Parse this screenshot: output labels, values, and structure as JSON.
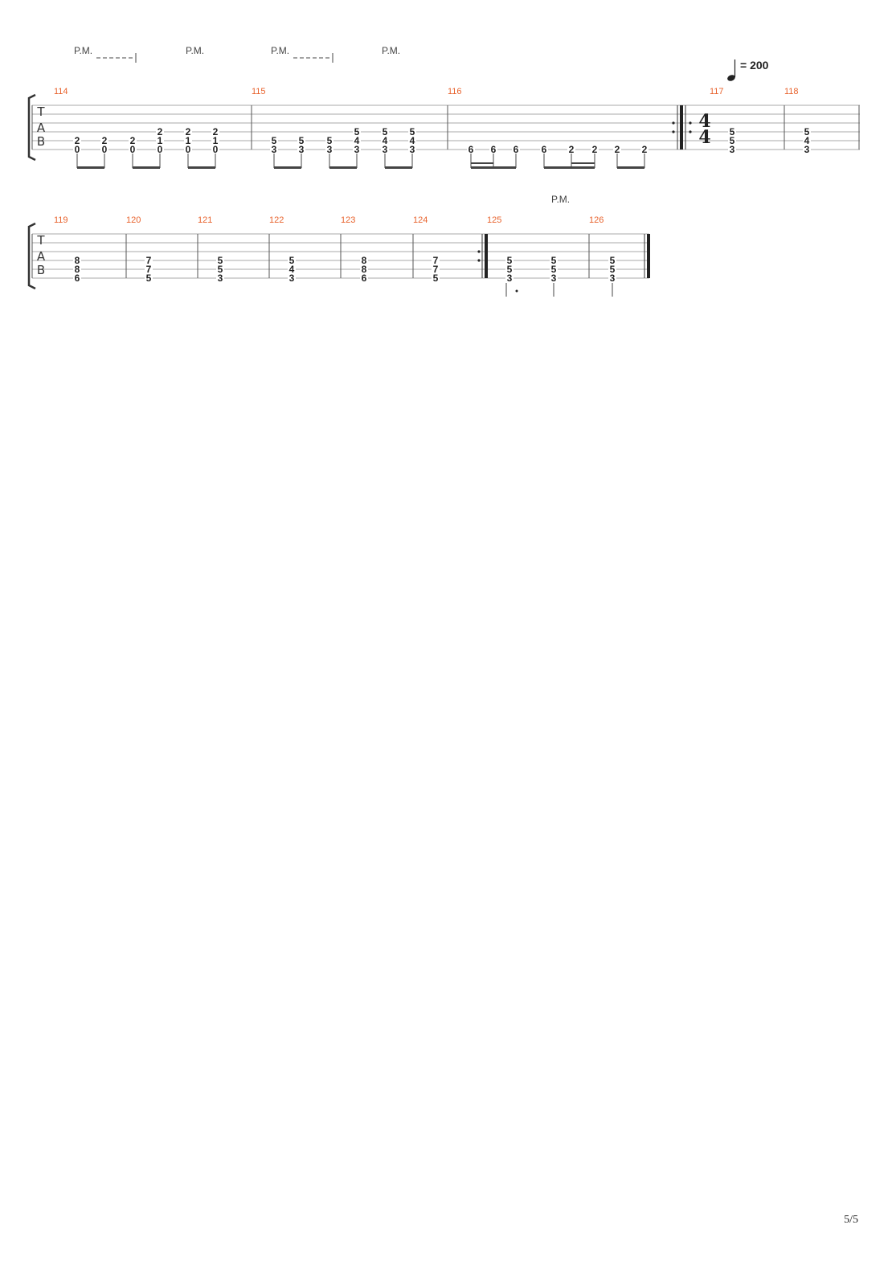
{
  "tempo": {
    "symbol": "♩",
    "value": "= 200"
  },
  "page_number": "5/5",
  "time_signature": {
    "top": "4",
    "bottom": "4"
  },
  "tab_clef": [
    "T",
    "A",
    "B"
  ],
  "palm_mute_label": "P.M.",
  "systems": [
    {
      "palm_mutes": [
        "P.M.",
        "P.M.",
        "P.M.",
        "P.M."
      ],
      "measures": [
        {
          "number": "114",
          "notes": [
            [
              "2",
              "0"
            ],
            [
              "2",
              "0"
            ],
            [
              "2",
              "0"
            ],
            [
              "2",
              "1",
              "0"
            ],
            [
              "2",
              "1",
              "0"
            ],
            [
              "2",
              "1",
              "0"
            ]
          ]
        },
        {
          "number": "115",
          "notes": [
            [
              "5",
              "3"
            ],
            [
              "5",
              "3"
            ],
            [
              "5",
              "3"
            ],
            [
              "5",
              "4",
              "3"
            ],
            [
              "5",
              "4",
              "3"
            ],
            [
              "5",
              "4",
              "3"
            ]
          ]
        },
        {
          "number": "116",
          "notes": [
            [
              "6"
            ],
            [
              "6"
            ],
            [
              "6"
            ],
            [
              "6"
            ],
            [
              "2"
            ],
            [
              "2"
            ],
            [
              "2"
            ],
            [
              "2"
            ]
          ]
        },
        {
          "number": "117",
          "notes": [
            [
              "5",
              "5",
              "3"
            ]
          ]
        },
        {
          "number": "118",
          "notes": [
            [
              "5",
              "4",
              "3"
            ]
          ]
        }
      ]
    },
    {
      "palm_mutes": [
        "P.M."
      ],
      "measures": [
        {
          "number": "119",
          "notes": [
            [
              "8",
              "8",
              "6"
            ]
          ]
        },
        {
          "number": "120",
          "notes": [
            [
              "7",
              "7",
              "5"
            ]
          ]
        },
        {
          "number": "121",
          "notes": [
            [
              "5",
              "5",
              "3"
            ]
          ]
        },
        {
          "number": "122",
          "notes": [
            [
              "5",
              "4",
              "3"
            ]
          ]
        },
        {
          "number": "123",
          "notes": [
            [
              "8",
              "8",
              "6"
            ]
          ]
        },
        {
          "number": "124",
          "notes": [
            [
              "7",
              "7",
              "5"
            ]
          ]
        },
        {
          "number": "125",
          "notes": [
            [
              "5",
              "5",
              "3"
            ],
            [
              "5",
              "5",
              "3"
            ]
          ]
        },
        {
          "number": "126",
          "notes": [
            [
              "5",
              "5",
              "3"
            ]
          ]
        }
      ]
    }
  ]
}
